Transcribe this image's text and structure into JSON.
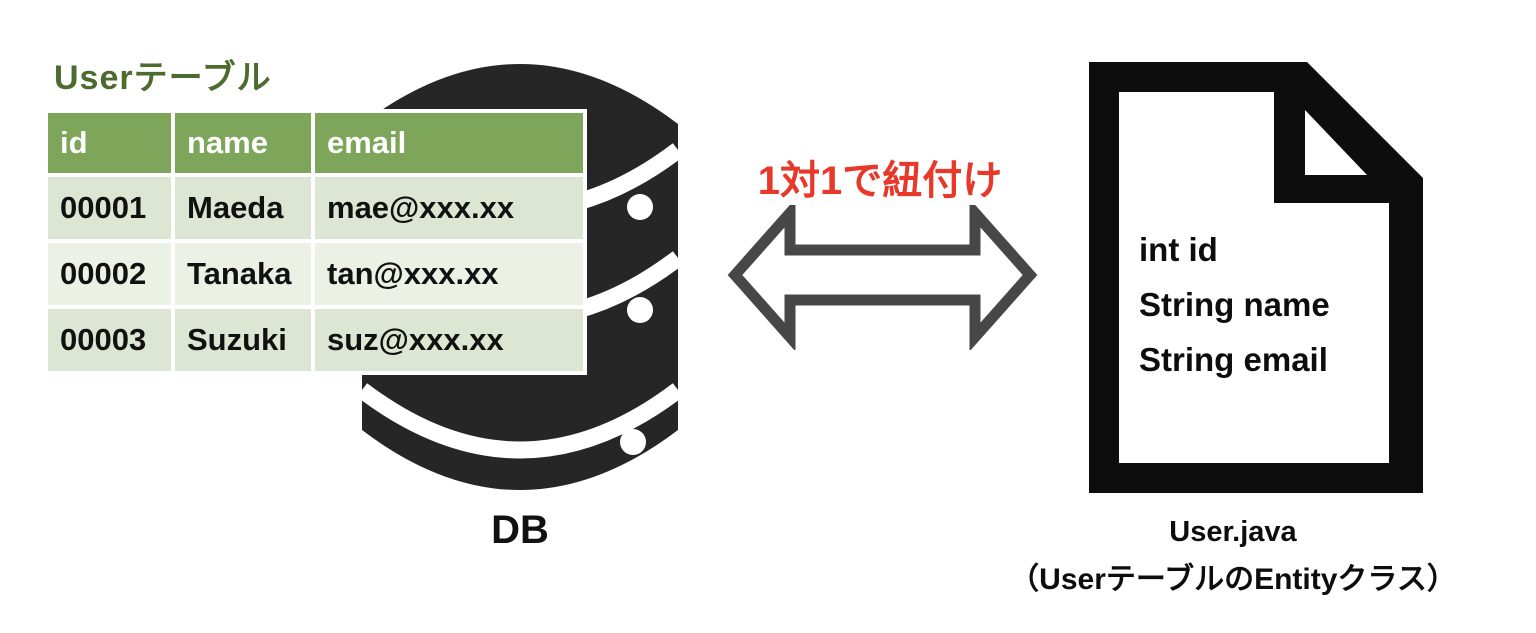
{
  "diagram": {
    "db_table": {
      "title": "Userテーブル",
      "columns": [
        "id",
        "name",
        "email"
      ],
      "rows": [
        [
          "00001",
          "Maeda",
          "mae@xxx.xx"
        ],
        [
          "00002",
          "Tanaka",
          "tan@xxx.xx"
        ],
        [
          "00003",
          "Suzuki",
          "suz@xxx.xx"
        ]
      ]
    },
    "db_label": "DB",
    "relation_label": "1対1で紐付け",
    "entity": {
      "fields": [
        "int id",
        "String name",
        "String email"
      ],
      "caption_line1": "User.java",
      "caption_line2": "（UserテーブルのEntityクラス）"
    },
    "colors": {
      "table_header_green": "#7da65a",
      "table_row_green": "#dde6d3",
      "table_row_green_light": "#ecf1e6",
      "title_green": "#4c6b2f",
      "relation_red": "#e8382a",
      "arrow_gray": "#474747",
      "database_dark": "#262626",
      "document_black": "#0d0d0d"
    }
  }
}
